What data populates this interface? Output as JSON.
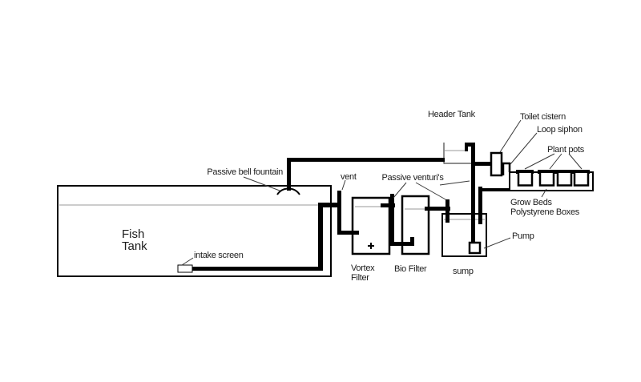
{
  "diagram": {
    "type": "aquaponics-system-schematic",
    "labels": {
      "fish_tank": [
        "Fish",
        "Tank"
      ],
      "intake_screen": "intake screen",
      "passive_bell_fountain": "Passive bell fountain",
      "vent": "vent",
      "passive_venturis": "Passive venturi's",
      "vortex_filter": [
        "Vortex",
        "Filter"
      ],
      "bio_filter": "Bio Filter",
      "sump": "sump",
      "pump": "Pump",
      "header_tank": "Header Tank",
      "toilet_cistern": "Toilet cistern",
      "loop_siphon": "Loop siphon",
      "plant_pots": "Plant pots",
      "grow_beds": [
        "Grow Beds",
        "Polystyrene Boxes"
      ]
    },
    "colors": {
      "line": "#000000",
      "water_line": "#9a9a9a",
      "text": "#1c1c1c",
      "background": "#ffffff"
    }
  }
}
